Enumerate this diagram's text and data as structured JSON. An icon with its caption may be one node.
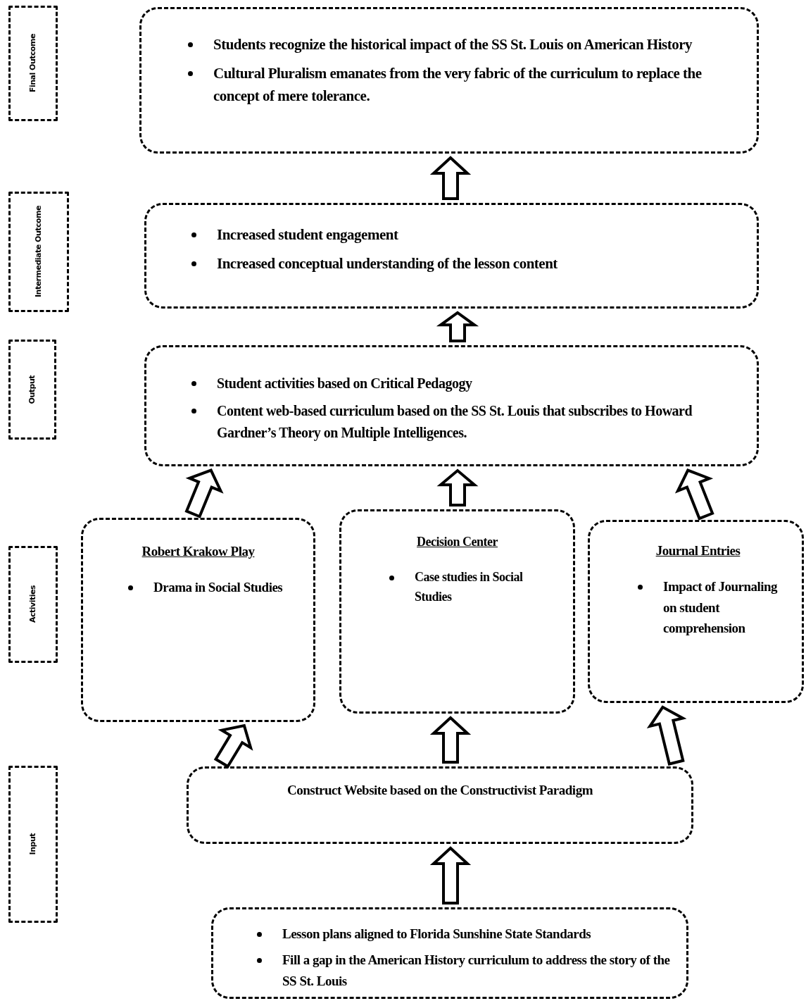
{
  "diagram": {
    "nodes": [
      {
        "text": [
          "Students recognize the historical impact of the SS St. Louis on American History",
          "Cultural Pluralism emanates from the very fabric of the curriculum to replace the concept of mere tolerance."
        ]
      },
      {
        "text": [
          "Increased student engagement",
          "Increased conceptual understanding of the lesson content"
        ]
      },
      {
        "text": [
          "Student activities based on Critical Pedagogy",
          "Content web-based curriculum based on the SS St. Louis that subscribes to Howard Gardner’s Theory on Multiple Intelligences."
        ]
      },
      {
        "text": [
          "Robert Krakow Play",
          "Drama in Social Studies"
        ]
      },
      {
        "text": [
          "Decision Center",
          "Case studies in Social Studies"
        ]
      },
      {
        "text": [
          "Journal Entries",
          "Impact of Journaling on student comprehension"
        ]
      },
      {
        "text": [
          "Construct Website based on the Constructivist Paradigm"
        ]
      },
      {
        "text": [
          "Lesson plans aligned to Florida Sunshine State Standards",
          "Fill a gap in the American History curriculum to address the story of the SS St. Louis"
        ]
      },
      {
        "text": [
          "Final Outcome"
        ]
      },
      {
        "text": [
          "Intermediate Outcome"
        ]
      },
      {
        "text": [
          "Output"
        ]
      },
      {
        "text": [
          "Activities"
        ]
      },
      {
        "text": [
          "Input"
        ]
      }
    ],
    "edges": [
      {
        "from": 7,
        "to": 6,
        "arrow": "to"
      },
      {
        "from": 6,
        "to": 3,
        "arrow": "to"
      },
      {
        "from": 6,
        "to": 4,
        "arrow": "to"
      },
      {
        "from": 6,
        "to": 5,
        "arrow": "to"
      },
      {
        "from": 3,
        "to": 2,
        "arrow": "to"
      },
      {
        "from": 4,
        "to": 2,
        "arrow": "to"
      },
      {
        "from": 5,
        "to": 2,
        "arrow": "to"
      },
      {
        "from": 2,
        "to": 1,
        "arrow": "to"
      },
      {
        "from": 1,
        "to": 0,
        "arrow": "to"
      }
    ]
  }
}
